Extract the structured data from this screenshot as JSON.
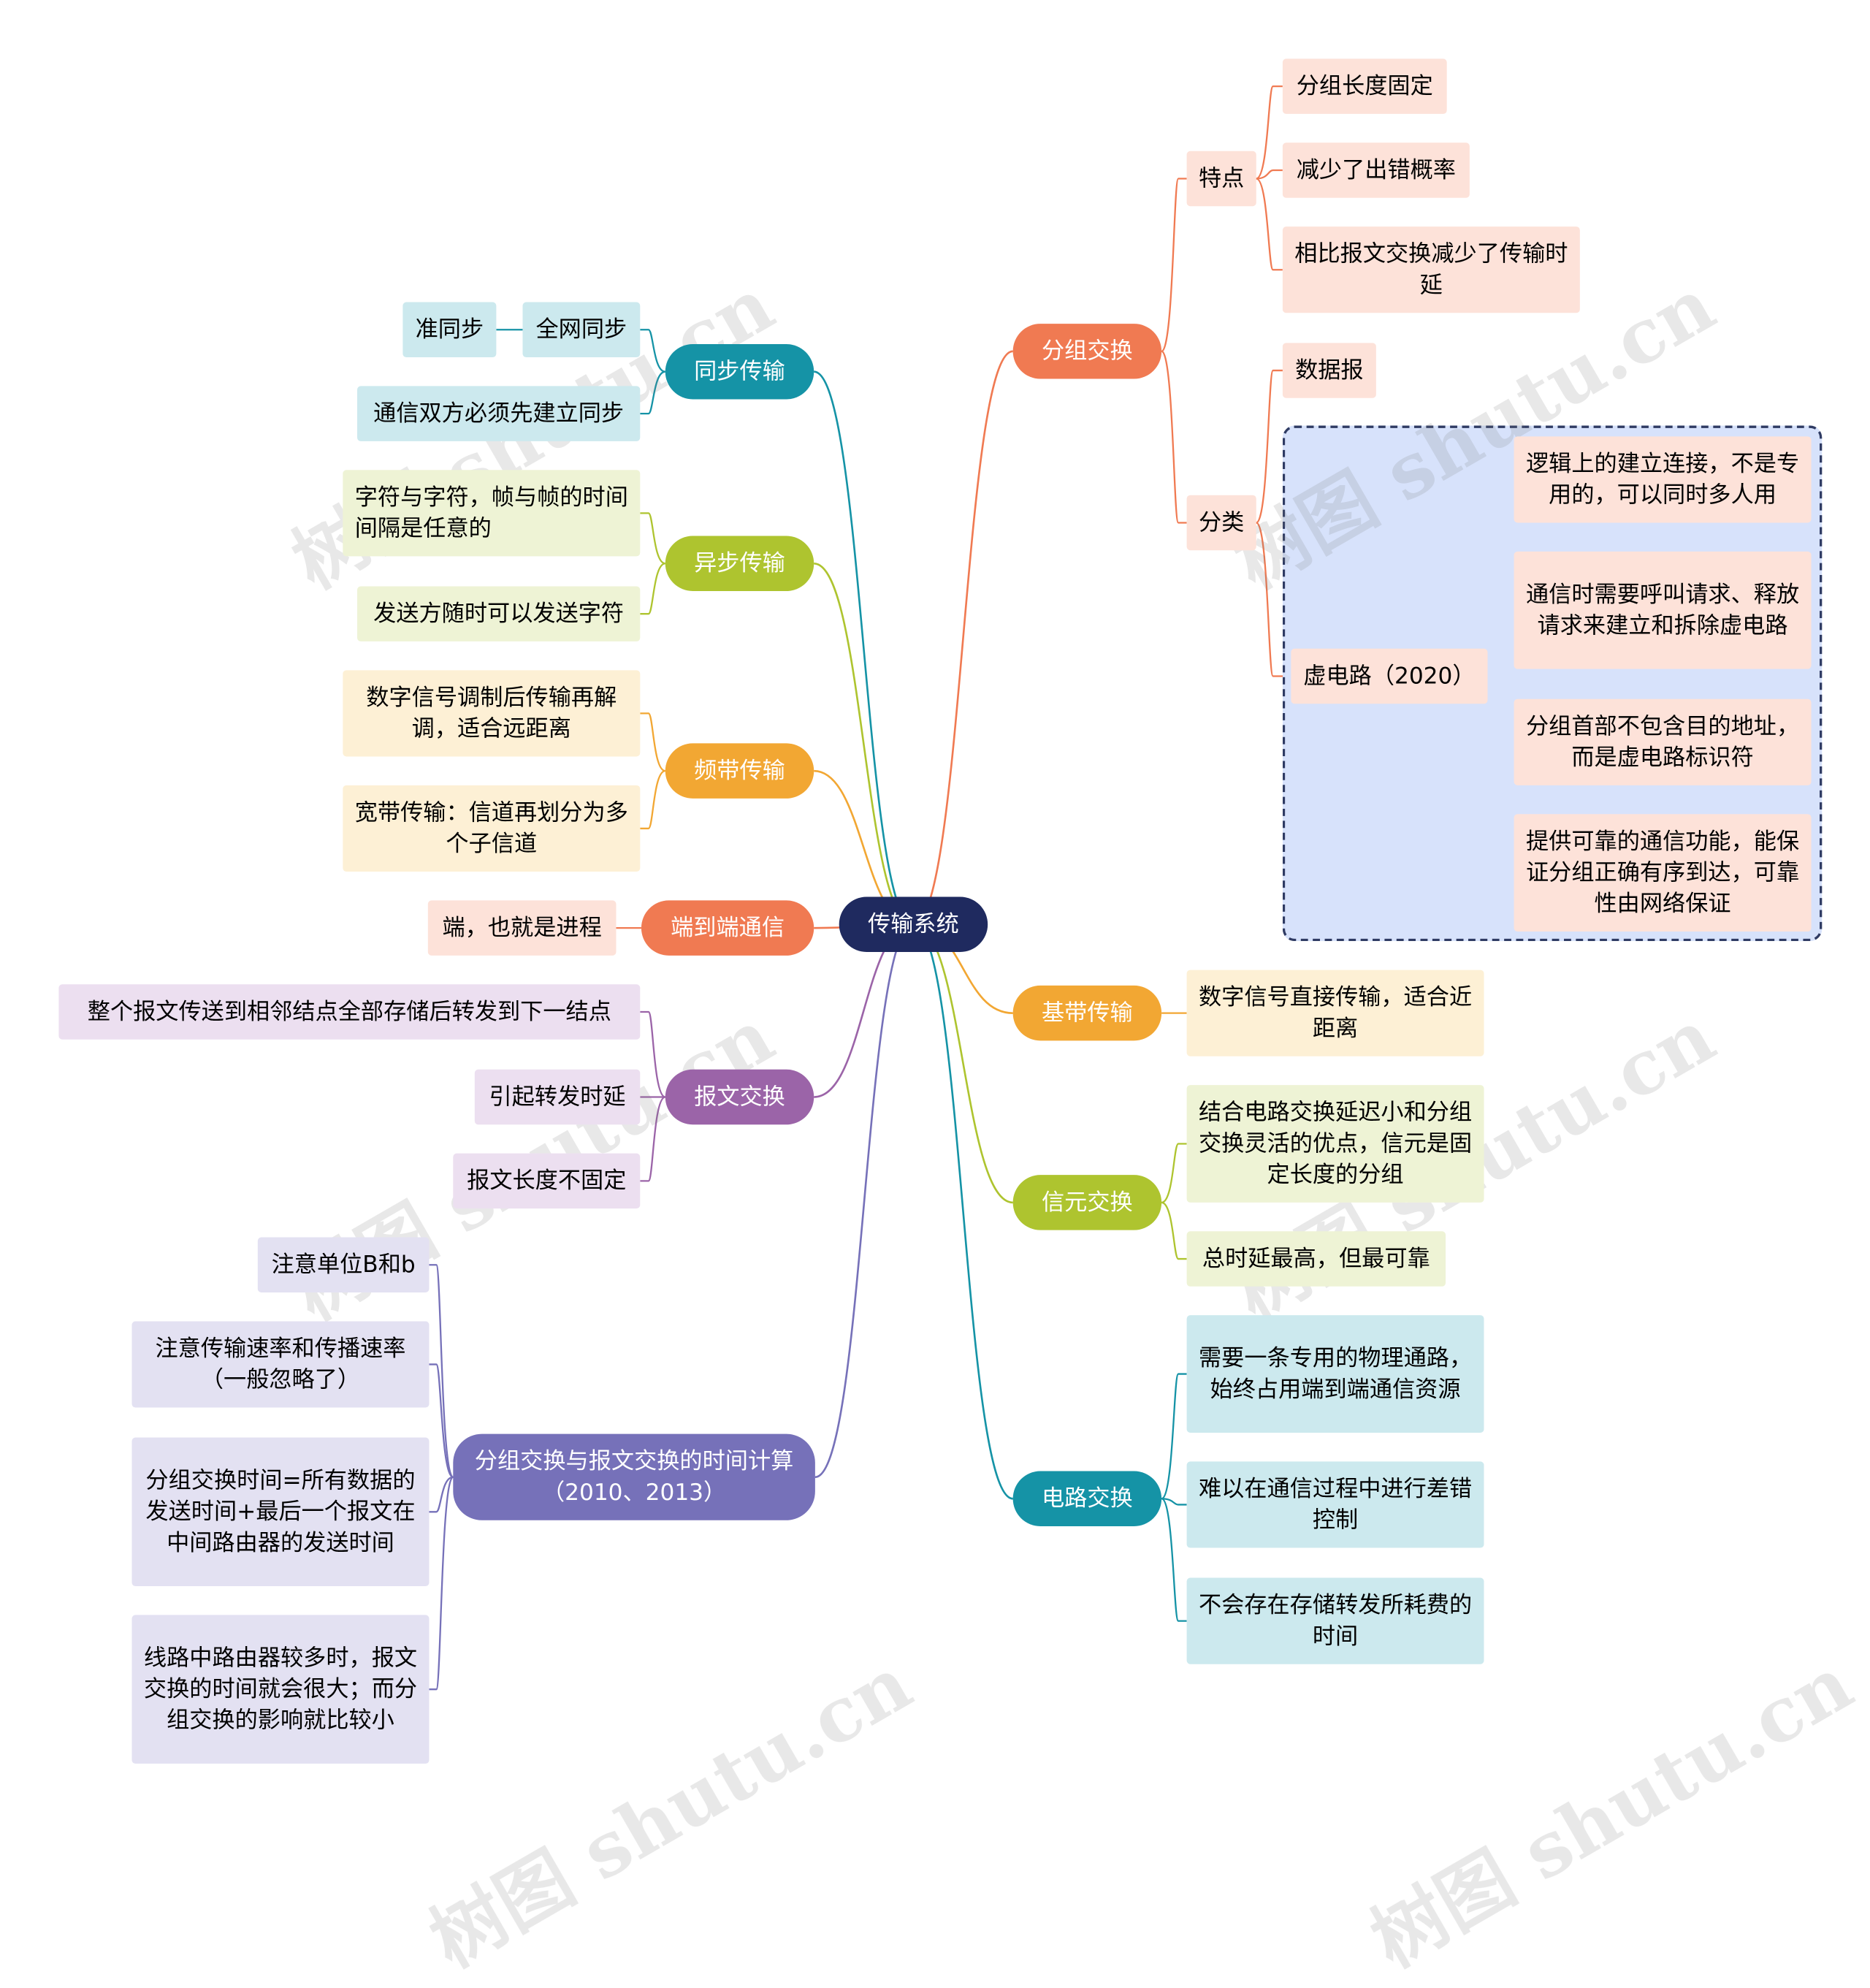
{
  "center": "传输系统",
  "watermark": "树图 shutu.cn",
  "colors": {
    "sync": "#1593a6",
    "async": "#aec42f",
    "band": "#f2a733",
    "e2e": "#f07a52",
    "msg": "#9b64a8",
    "calc": "#7671b9",
    "pkt": "#f07a52",
    "base": "#f2a733",
    "cell": "#aec42f",
    "circuit": "#1593a6"
  },
  "left": {
    "sync": {
      "label": "同步传输",
      "children": [
        "全网同步",
        "通信双方必须先建立同步"
      ],
      "grandchild": "准同步"
    },
    "async": {
      "label": "异步传输",
      "children": [
        "字符与字符，帧与帧的时间间隔是任意的",
        "发送方随时可以发送字符"
      ]
    },
    "band": {
      "label": "频带传输",
      "children": [
        "数字信号调制后传输再解调，适合远距离",
        "宽带传输：信道再划分为多个子信道"
      ]
    },
    "e2e": {
      "label": "端到端通信",
      "children": [
        "端，也就是进程"
      ]
    },
    "msg": {
      "label": "报文交换",
      "children": [
        "整个报文传送到相邻结点全部存储后转发到下一结点",
        "引起转发时延",
        "报文长度不固定"
      ]
    },
    "calc": {
      "label": "分组交换与报文交换的时间计算（2010、2013）",
      "children": [
        "注意单位B和b",
        "注意传输速率和传播速率（一般忽略了）",
        "分组交换时间=所有数据的发送时间+最后一个报文在中间路由器的发送时间",
        "线路中路由器较多时，报文交换的时间就会很大；而分组交换的影响就比较小"
      ]
    }
  },
  "right": {
    "pkt": {
      "label": "分组交换",
      "features": {
        "label": "特点",
        "children": [
          "分组长度固定",
          "减少了出错概率",
          "相比报文交换减少了传输时延"
        ]
      },
      "types": {
        "label": "分类",
        "datagram": "数据报",
        "vc": {
          "label": "虚电路（2020）",
          "children": [
            "逻辑上的建立连接，不是专用的，可以同时多人用",
            "通信时需要呼叫请求、释放请求来建立和拆除虚电路",
            "分组首部不包含目的地址，而是虚电路标识符",
            "提供可靠的通信功能，能保证分组正确有序到达，可靠性由网络保证"
          ]
        }
      }
    },
    "base": {
      "label": "基带传输",
      "children": [
        "数字信号直接传输，适合近距离"
      ]
    },
    "cell": {
      "label": "信元交换",
      "children": [
        "结合电路交换延迟小和分组交换灵活的优点，信元是固定长度的分组",
        "总时延最高，但最可靠"
      ]
    },
    "circuit": {
      "label": "电路交换",
      "children": [
        "需要一条专用的物理通路，始终占用端到端通信资源",
        "难以在通信过程中进行差错控制",
        "不会存在存储转发所耗费的时间"
      ]
    }
  }
}
